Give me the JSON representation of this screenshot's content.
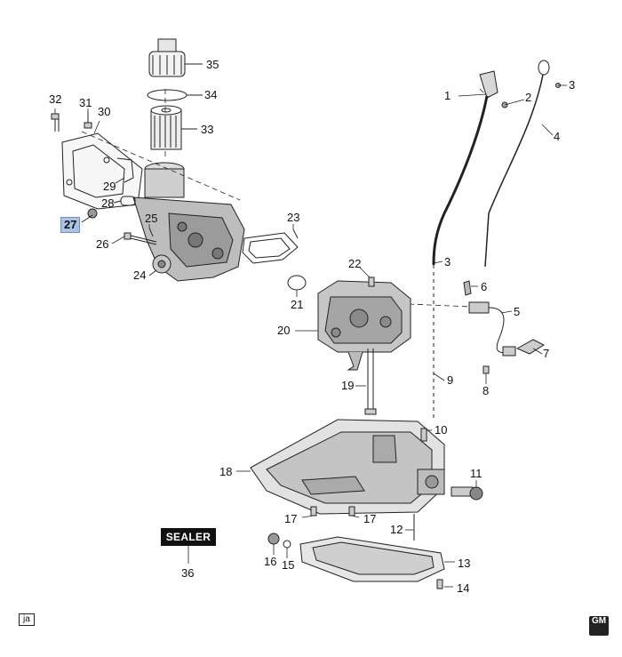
{
  "labels": {
    "l1": "1",
    "l2": "2",
    "l3a": "3",
    "l3b": "3",
    "l4": "4",
    "l5": "5",
    "l6": "6",
    "l7": "7",
    "l8": "8",
    "l9": "9",
    "l10": "10",
    "l11": "11",
    "l12": "12",
    "l13": "13",
    "l14": "14",
    "l15": "15",
    "l16": "16",
    "l17a": "17",
    "l17b": "17",
    "l18": "18",
    "l19": "19",
    "l20": "20",
    "l21": "21",
    "l22": "22",
    "l23": "23",
    "l24": "24",
    "l25": "25",
    "l26": "26",
    "l27": "27",
    "l28": "28",
    "l29": "29",
    "l30": "30",
    "l31": "31",
    "l32": "32",
    "l33": "33",
    "l34": "34",
    "l35": "35",
    "l36": "36"
  },
  "sealer_label": "SEALER",
  "ref_tag": "ja",
  "logo": {
    "main": "GM"
  }
}
